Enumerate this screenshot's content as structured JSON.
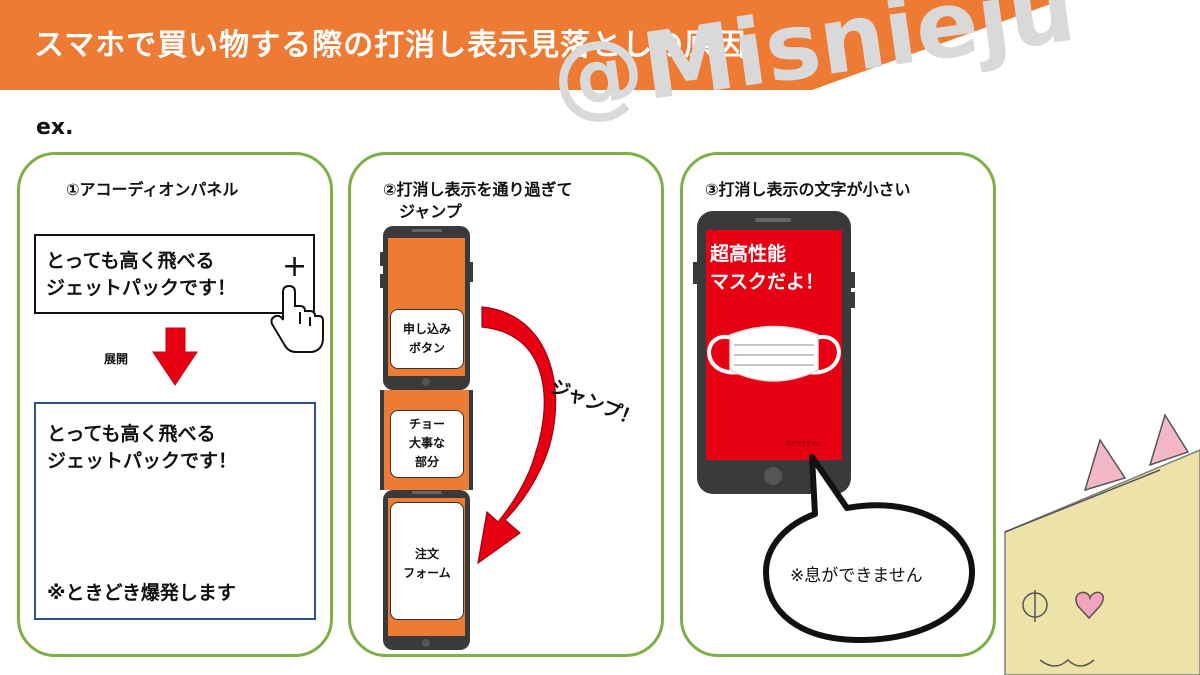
{
  "header": {
    "title": "スマホで買い物する際の打消し表示見落としの原因",
    "color": "#ee7b33"
  },
  "watermark": "@Misnieju",
  "example_label": "ex.",
  "panels": [
    {
      "title": "①アコーディオンパネル",
      "collapsed_text": [
        "とっても高く飛べる",
        "ジェットパックです！"
      ],
      "expand_label": "展開",
      "expanded_text": [
        "とっても高く飛べる",
        "ジェットパックです！"
      ],
      "disclaimer": "※ときどき爆発します",
      "plus_symbol": "+",
      "icons": [
        "pointer-hand-icon",
        "down-arrow-icon"
      ]
    },
    {
      "title_lines": [
        "②打消し表示を通り過ぎて",
        "ジャンプ"
      ],
      "button_text": [
        "申し込み",
        "ボタン"
      ],
      "important_text": [
        "チョー",
        "大事な",
        "部分"
      ],
      "form_text": [
        "注文",
        "フォーム"
      ],
      "jump_label": "ジャンプ！",
      "icons": [
        "curved-arrow-icon"
      ]
    },
    {
      "title": "③打消し表示の文字が小さい",
      "screen_text": [
        "超高性能",
        "マスクだよ！"
      ],
      "tiny_text": "息ができません",
      "bubble_text": "※息ができません",
      "icons": [
        "mask-icon"
      ]
    }
  ],
  "colors": {
    "panel_border": "#7db046",
    "phone_orange": "#ee7b33",
    "screen_red": "#e60012",
    "arrow_red": "#e60012",
    "phone_body": "#3a3a3c"
  }
}
